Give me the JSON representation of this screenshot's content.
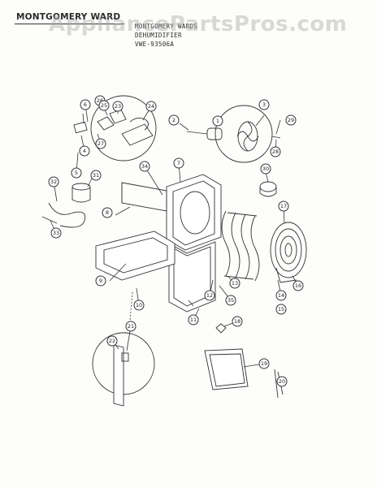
{
  "header": {
    "brand": "MONTGOMERY WARD",
    "line1": "MONTGOMERY WARDS",
    "line2": "DEHUMIDIFIER",
    "line3": "VWE-93506A"
  },
  "watermark": "AppliancePartsPros.com",
  "colors": {
    "ink": "#333333",
    "paper": "#fdfdfb",
    "watermark": "#aaaaaa"
  },
  "callouts": [
    "1",
    "2",
    "3",
    "4",
    "5",
    "6",
    "7",
    "8",
    "9",
    "10",
    "11",
    "12",
    "13",
    "14",
    "15",
    "16",
    "17",
    "18",
    "19",
    "20",
    "21",
    "22",
    "23",
    "24",
    "25",
    "26",
    "27",
    "28",
    "29",
    "30",
    "31",
    "32",
    "33",
    "34",
    "35"
  ]
}
